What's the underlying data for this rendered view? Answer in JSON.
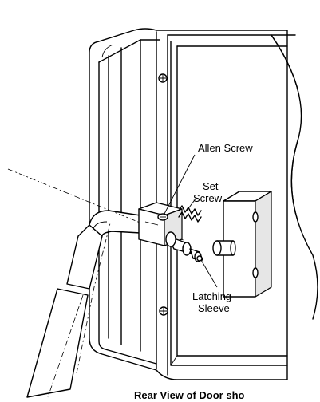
{
  "labels": {
    "allen_screw": "Allen Screw",
    "set_screw_line1": "Set",
    "set_screw_line2": "Screw",
    "latching_sleeve_line1": "Latching",
    "latching_sleeve_line2": "Sleeve",
    "caption": "Rear View of Door sho"
  }
}
